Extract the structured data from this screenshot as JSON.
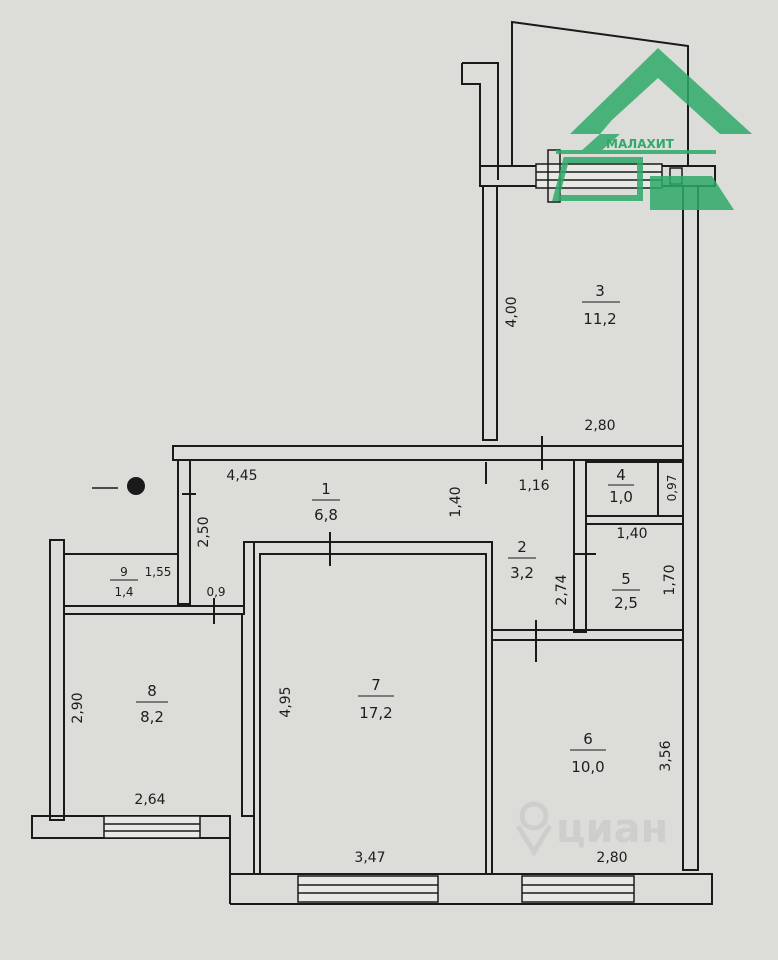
{
  "colors": {
    "paper": "#dcdcd8",
    "wall": "#1a1a1a",
    "logo": "#2faa6a",
    "watermark": "#c4c4c4"
  },
  "logo": {
    "icon": "triangle-logo-icon",
    "text": "МАЛАХИТ"
  },
  "watermark": {
    "icon": "pin-icon",
    "text": "циан"
  },
  "rooms": [
    {
      "id": "1",
      "no": "1",
      "area": "6,8"
    },
    {
      "id": "2",
      "no": "2",
      "area": "3,2"
    },
    {
      "id": "3",
      "no": "3",
      "area": "11,2"
    },
    {
      "id": "4",
      "no": "4",
      "area": "1,0"
    },
    {
      "id": "5",
      "no": "5",
      "area": "2,5"
    },
    {
      "id": "6",
      "no": "6",
      "area": "10,0"
    },
    {
      "id": "7",
      "no": "7",
      "area": "17,2"
    },
    {
      "id": "8",
      "no": "8",
      "area": "8,2"
    },
    {
      "id": "9",
      "no": "9",
      "area": "1,4"
    }
  ],
  "dimensions": {
    "r3_height": "4,00",
    "r3_width": "2,80",
    "hall_width": "4,45",
    "hall_depth": "2,50",
    "hall_passage": "1,40",
    "corridor_width": "1,16",
    "r2_height": "2,74",
    "r4_height": "0,97",
    "r5_width": "1,40",
    "r5_height": "1,70",
    "r9_width": "1,55",
    "door_09": "0,9",
    "r8_height": "2,90",
    "r8_width": "2,64",
    "r7_height": "4,95",
    "r7_width": "3,47",
    "r6_height": "3,56",
    "r6_width": "2,80"
  }
}
